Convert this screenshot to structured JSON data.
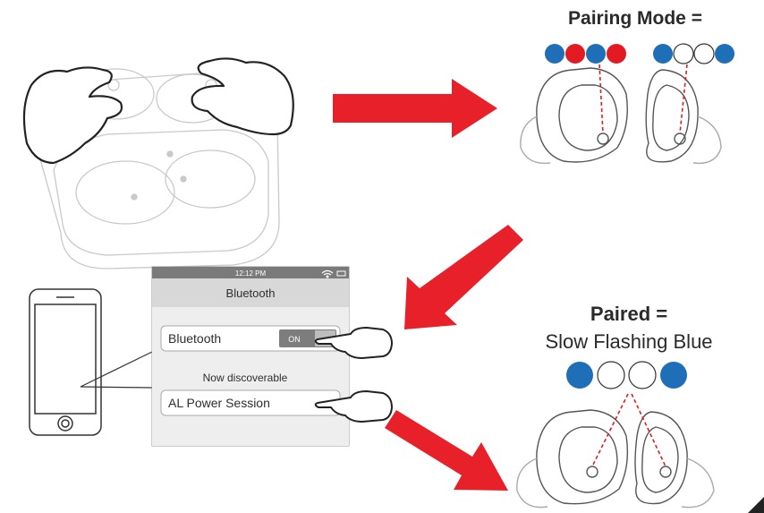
{
  "pairing_mode": {
    "title": "Pairing Mode =",
    "left_sequence": [
      "blue",
      "red",
      "blue",
      "red"
    ],
    "right_sequence": [
      "blue",
      "white",
      "white",
      "blue"
    ]
  },
  "paired": {
    "title": "Paired =",
    "subtitle": "Slow Flashing Blue",
    "sequence": [
      "blue",
      "white",
      "white",
      "blue"
    ]
  },
  "phone_screen": {
    "status_time": "12:12 PM",
    "header_title": "Bluetooth",
    "bluetooth_row_label": "Bluetooth",
    "toggle_label": "ON",
    "discoverable_text": "Now discoverable",
    "device_name": "AL Power Session"
  },
  "colors": {
    "blue": "#1f6fb8",
    "red": "#e21b23",
    "arrow_red": "#e8202a",
    "line": "#333333"
  },
  "icons": [
    "hand-pointer-icon",
    "wifi-icon",
    "smartphone-icon",
    "earbud-icon",
    "charging-case-icon",
    "arrow-icon"
  ]
}
